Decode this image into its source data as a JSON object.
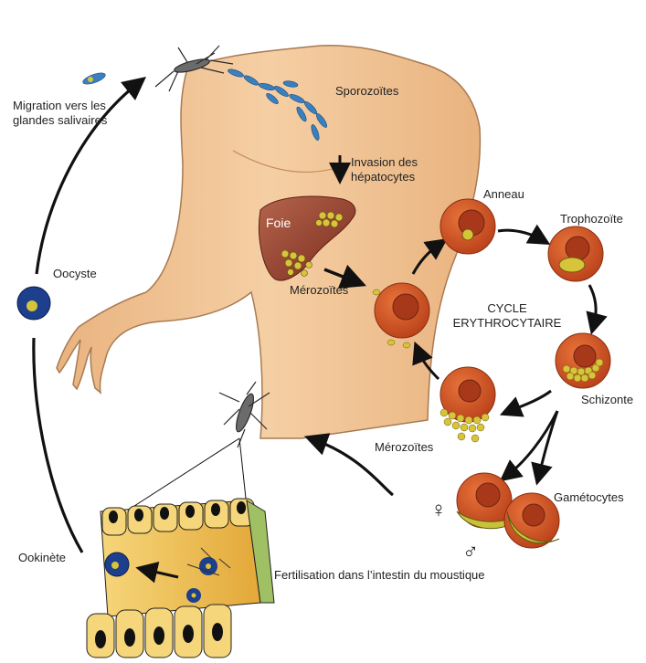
{
  "diagram": {
    "labels": {
      "sporozoites": "Sporozoïtes",
      "invasion": "Invasion des hépatocytes",
      "foie": "Foie",
      "merozoites_liver": "Mérozoïtes",
      "anneau": "Anneau",
      "trophozoite": "Trophozoïte",
      "cycle_title": "CYCLE ERYTHROCYTAIRE",
      "schizonte": "Schizonte",
      "merozoites_blood": "Mérozoïtes",
      "gametocytes": "Gamétocytes",
      "female_symbol": "♀",
      "male_symbol": "♂",
      "fertilisation": "Fertilisation dans l’intestin du moustique",
      "ookinete": "Ookinète",
      "oocyste": "Oocyste",
      "migration": "Migration vers les glandes salivaires"
    },
    "colors": {
      "skin": "#f2c398",
      "skin_outline": "#a87a52",
      "liver": "#8e3c2a",
      "rbc": "#d4551e",
      "parasite": "#d6c43a",
      "sporozoite": "#3a7fbf",
      "oocyst": "#1e3f8c",
      "gut": "#f0c44a"
    }
  }
}
